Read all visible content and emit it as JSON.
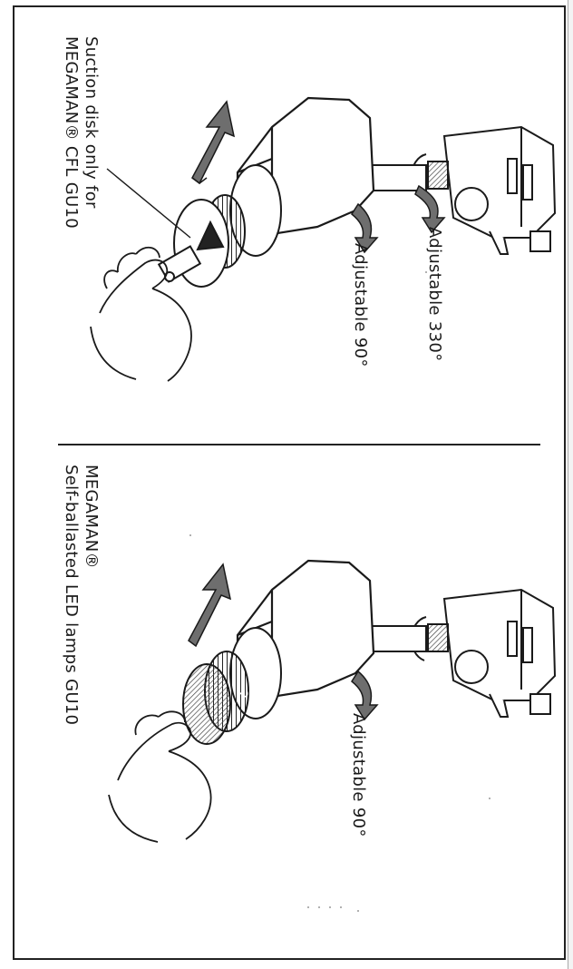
{
  "panels": [
    {
      "callout": {
        "line1": "Suction disk only for",
        "line2": "MEGAMAN® CFL GU10"
      },
      "labels": {
        "adjust_330": "Adjustable 330°",
        "adjust_90": "Adjustable 90°"
      }
    },
    {
      "callout": {
        "line1": "MEGAMAN®",
        "line2": "Self-ballasted LED lamps GU10"
      },
      "labels": {
        "adjust_90": "Adjustable 90°"
      }
    }
  ],
  "colors": {
    "line": "#1a1a1a",
    "arrow_fill": "#6e6e6e",
    "paper": "#ffffff"
  },
  "icons": [
    "track-adapter-icon",
    "spotlight-housing-icon",
    "lamp-icon",
    "hand-icon",
    "pull-arrow-icon",
    "rotate-arrow-icon"
  ]
}
